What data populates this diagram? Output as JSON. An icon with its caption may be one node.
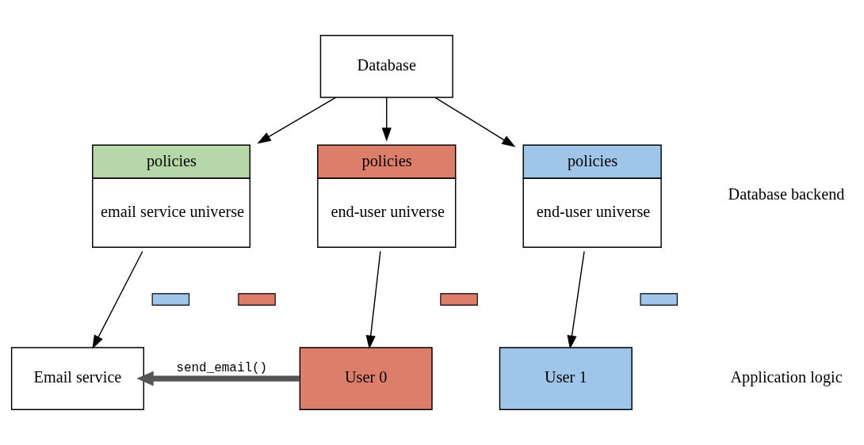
{
  "diagram": {
    "nodes": [
      {
        "text": [
          "Database"
        ]
      },
      {
        "text": [
          "policies",
          "email service universe"
        ]
      },
      {
        "text": [
          "policies",
          "end-user universe"
        ]
      },
      {
        "text": [
          "policies",
          "end-user universe"
        ]
      },
      {
        "text": [
          "Email service"
        ]
      },
      {
        "text": [
          "User 0"
        ]
      },
      {
        "text": [
          "User 1"
        ]
      },
      {
        "text": [],
        "shape": "bar"
      },
      {
        "text": [],
        "shape": "bar"
      },
      {
        "text": [],
        "shape": "bar"
      },
      {
        "text": [],
        "shape": "bar"
      }
    ],
    "edges": [
      {
        "from": 0,
        "to": 1,
        "arrow": "to"
      },
      {
        "from": 0,
        "to": 2,
        "arrow": "to"
      },
      {
        "from": 0,
        "to": 3,
        "arrow": "to"
      },
      {
        "from": 1,
        "to": 4,
        "arrow": "to"
      },
      {
        "from": 2,
        "to": 5,
        "arrow": "to"
      },
      {
        "from": 3,
        "to": 6,
        "arrow": "to"
      },
      {
        "from": 5,
        "to": 4,
        "arrow": "to",
        "label": "send_email()",
        "style": "thick"
      }
    ],
    "labels": [
      "Database backend",
      "Application logic"
    ]
  }
}
